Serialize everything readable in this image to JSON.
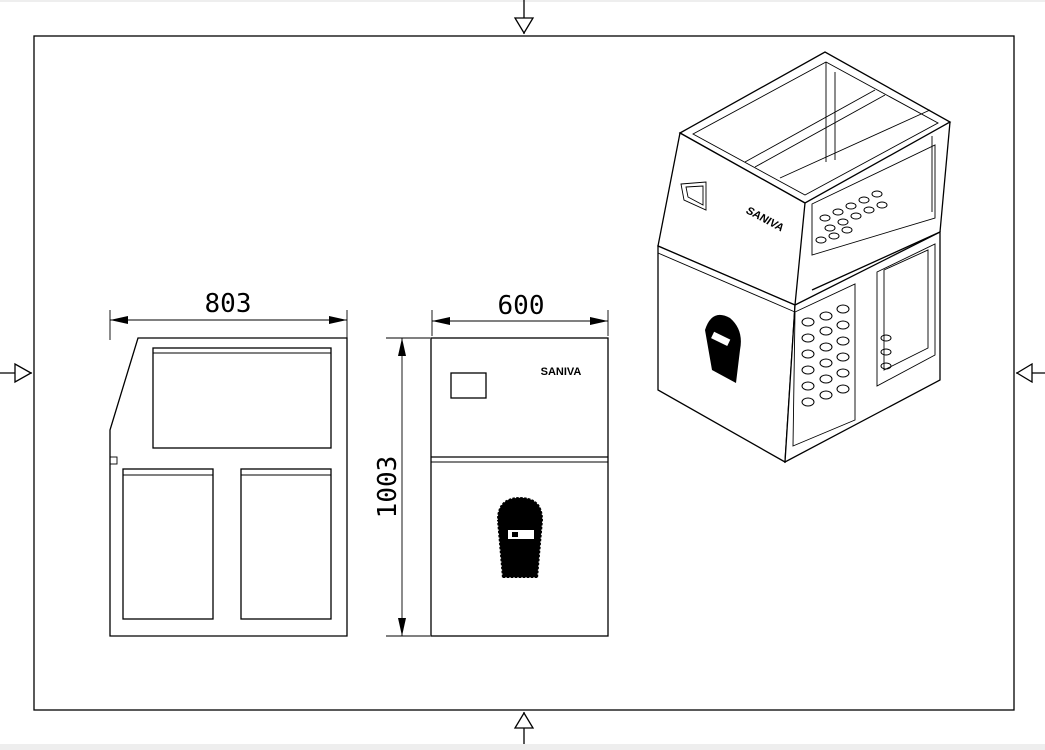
{
  "dimensions": {
    "side_width": "803",
    "front_width": "600",
    "height": "1003"
  },
  "brand": {
    "front_label": "SANIVA",
    "iso_label": "SANIVA"
  },
  "icons": {
    "centering_marks": "triangle-arrow-icon",
    "logo": "dotted-shield-logo-icon"
  }
}
